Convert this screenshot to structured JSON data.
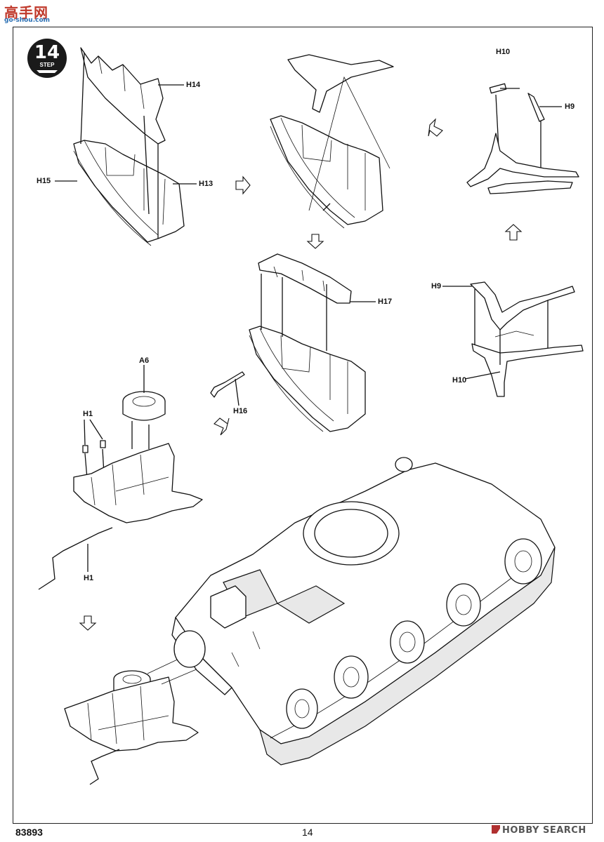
{
  "watermark": {
    "site": "高手网",
    "domain": "go-shou.com"
  },
  "step": {
    "number": "14",
    "label": "STEP"
  },
  "parts": {
    "h14": "H14",
    "h15": "H15",
    "h13": "H13",
    "h10_top": "H10",
    "h9_top": "H9",
    "h17": "H17",
    "h16": "H16",
    "h9_mid": "H9",
    "h10_mid": "H10",
    "a6": "A6",
    "h1_top": "H1",
    "h1_bottom": "H1"
  },
  "footer": {
    "code": "83893",
    "page": "14",
    "brand": "HOBBY SEARCH"
  }
}
